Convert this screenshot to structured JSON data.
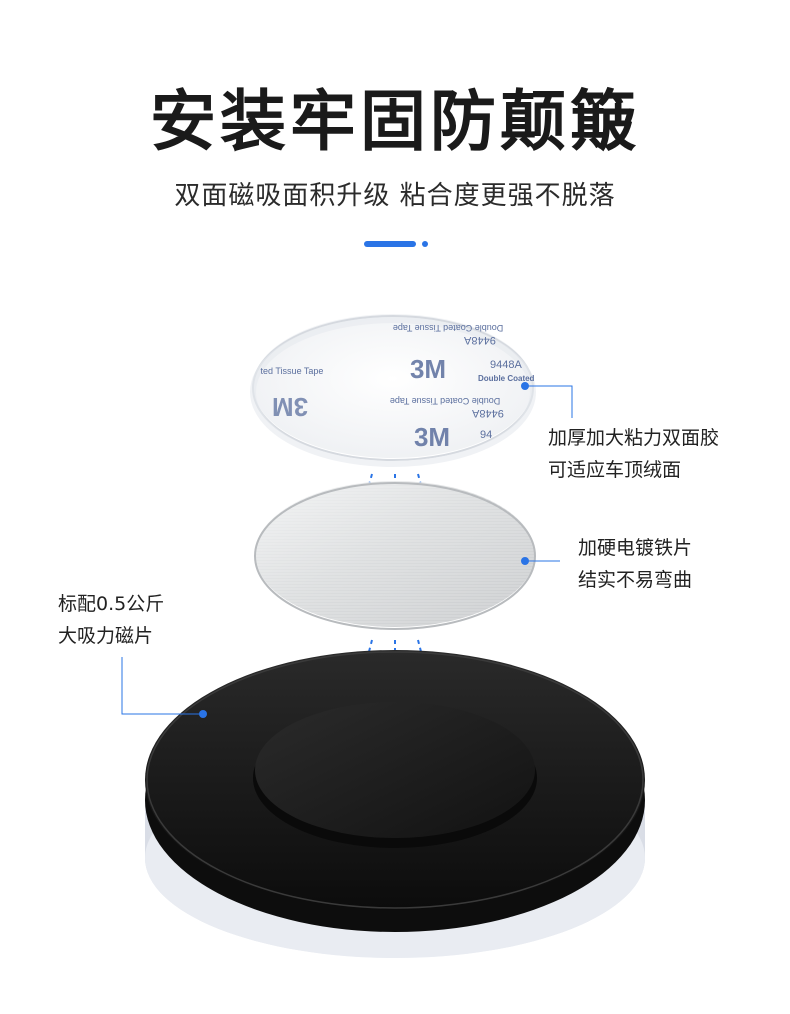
{
  "header": {
    "title": "安装牢固防颠簸",
    "subtitle": "双面磁吸面积升级 粘合度更强不脱落"
  },
  "tape": {
    "brand_text": "3M",
    "model_text": "9448A",
    "coated_text": "Double Coated",
    "tissue_text": "Double Coated Tissue Tape",
    "partial_text": "ted Tissue Tape",
    "partial_number": "94"
  },
  "callouts": {
    "tape": {
      "line1": "加厚加大粘力双面胶",
      "line2": "可适应车顶绒面"
    },
    "plate": {
      "line1": "加硬电镀铁片",
      "line2": "结实不易弯曲"
    },
    "magnet": {
      "line1": "标配0.5公斤",
      "line2": "大吸力磁片"
    }
  },
  "colors": {
    "accent": "#2a74e6",
    "title_text": "#1a1a1a",
    "tape_print": "#5b6f9e",
    "magnet_black": "#141414"
  }
}
